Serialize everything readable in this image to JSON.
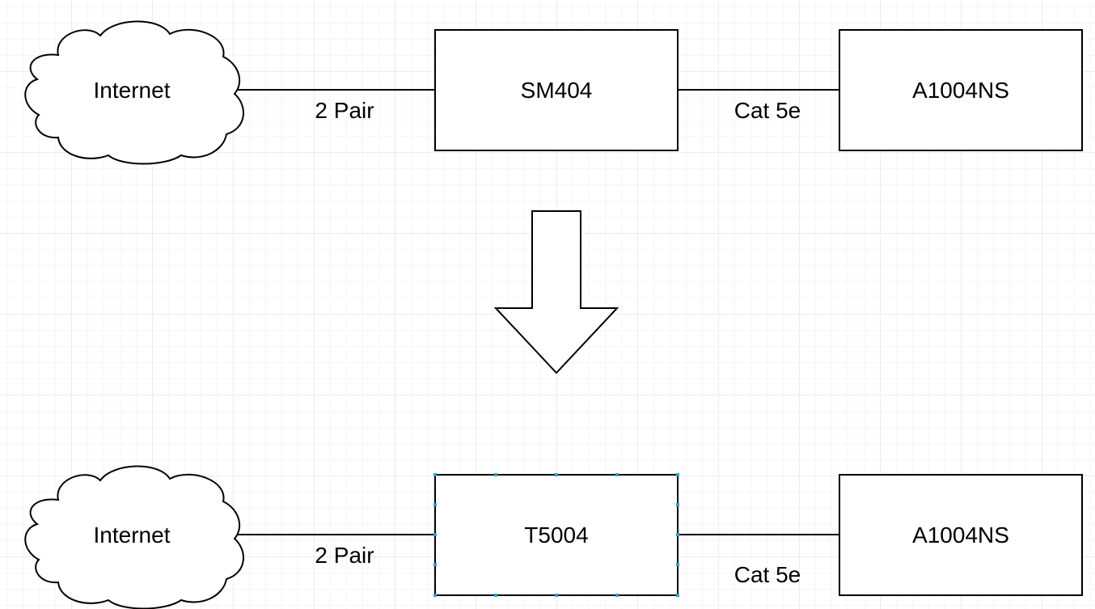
{
  "top_row": {
    "cloud_label": "Internet",
    "link1_label": "2 Pair",
    "device_label": "SM404",
    "link2_label": "Cat 5e",
    "endpoint_label": "A1004NS"
  },
  "bottom_row": {
    "cloud_label": "Internet",
    "link1_label": "2 Pair",
    "device_label": "T5004",
    "link2_label": "Cat 5e",
    "endpoint_label": "A1004NS"
  },
  "selected_shape": "T5004",
  "colors": {
    "stroke": "#000000",
    "fill": "#ffffff",
    "selection_handle": "#29a3d6"
  }
}
